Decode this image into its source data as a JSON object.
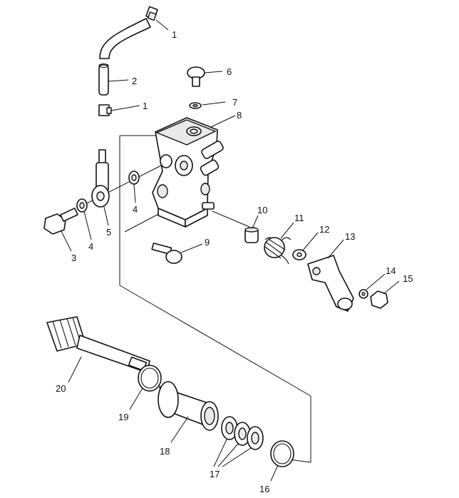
{
  "callouts": [
    {
      "id": "c1a",
      "text": "1"
    },
    {
      "id": "c2",
      "text": "2"
    },
    {
      "id": "c1b",
      "text": "1"
    },
    {
      "id": "c6",
      "text": "6"
    },
    {
      "id": "c7",
      "text": "7"
    },
    {
      "id": "c8",
      "text": "8"
    },
    {
      "id": "c4a",
      "text": "4"
    },
    {
      "id": "c3",
      "text": "3"
    },
    {
      "id": "c4b",
      "text": "4"
    },
    {
      "id": "c5",
      "text": "5"
    },
    {
      "id": "c9",
      "text": "9"
    },
    {
      "id": "c10",
      "text": "10"
    },
    {
      "id": "c11",
      "text": "11"
    },
    {
      "id": "c12",
      "text": "12"
    },
    {
      "id": "c13",
      "text": "13"
    },
    {
      "id": "c14",
      "text": "14"
    },
    {
      "id": "c15",
      "text": "15"
    },
    {
      "id": "c20",
      "text": "20"
    },
    {
      "id": "c19",
      "text": "19"
    },
    {
      "id": "c18",
      "text": "18"
    },
    {
      "id": "c17",
      "text": "17"
    },
    {
      "id": "c16",
      "text": "16"
    }
  ]
}
